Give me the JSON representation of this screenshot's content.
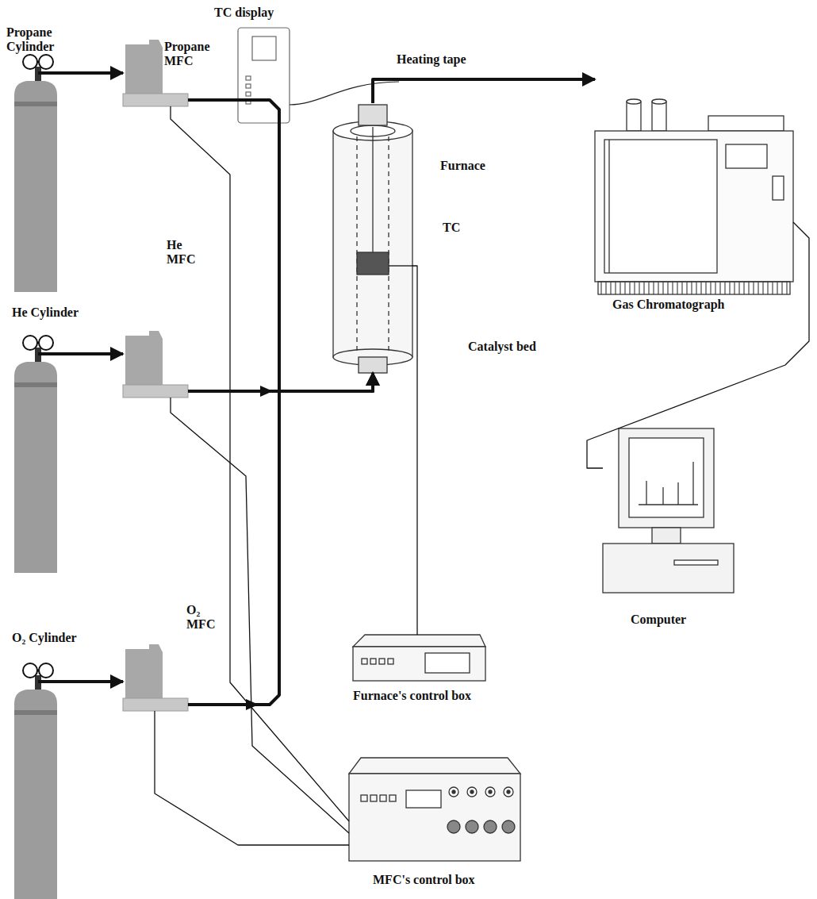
{
  "diagram": {
    "nodes": [
      {
        "text": [
          "Propane Cylinder"
        ]
      },
      {
        "text": [
          "Propane MFC"
        ]
      },
      {
        "text": [
          "He Cylinder"
        ]
      },
      {
        "text": [
          "He MFC"
        ]
      },
      {
        "text": [
          "O₂ Cylinder"
        ]
      },
      {
        "text": [
          "O₂ MFC"
        ]
      },
      {
        "text": [
          "TC display"
        ]
      },
      {
        "text": [
          "Furnace"
        ]
      },
      {
        "text": [
          "Gas Chromatograph"
        ]
      },
      {
        "text": [
          "Computer"
        ]
      },
      {
        "text": [
          "Furnace's control box"
        ]
      },
      {
        "text": [
          "MFC's control box"
        ]
      }
    ],
    "edges": [
      {
        "from": 0,
        "to": 1,
        "arrow": "to"
      },
      {
        "from": 2,
        "to": 3,
        "arrow": "to"
      },
      {
        "from": 4,
        "to": 5,
        "arrow": "to"
      },
      {
        "from": 1,
        "to": 7,
        "arrow": "to"
      },
      {
        "from": 3,
        "to": 7,
        "arrow": "to"
      },
      {
        "from": 5,
        "to": 7,
        "arrow": "to"
      },
      {
        "from": 7,
        "to": 8,
        "arrow": "to"
      },
      {
        "from": 7,
        "to": 10,
        "arrow": "none"
      },
      {
        "from": 8,
        "to": 9,
        "arrow": "none"
      },
      {
        "from": 1,
        "to": 11,
        "arrow": "none"
      },
      {
        "from": 3,
        "to": 11,
        "arrow": "none"
      },
      {
        "from": 5,
        "to": 11,
        "arrow": "none"
      }
    ],
    "labels": [
      "Heating tape",
      "TC",
      "Catalyst bed"
    ]
  }
}
